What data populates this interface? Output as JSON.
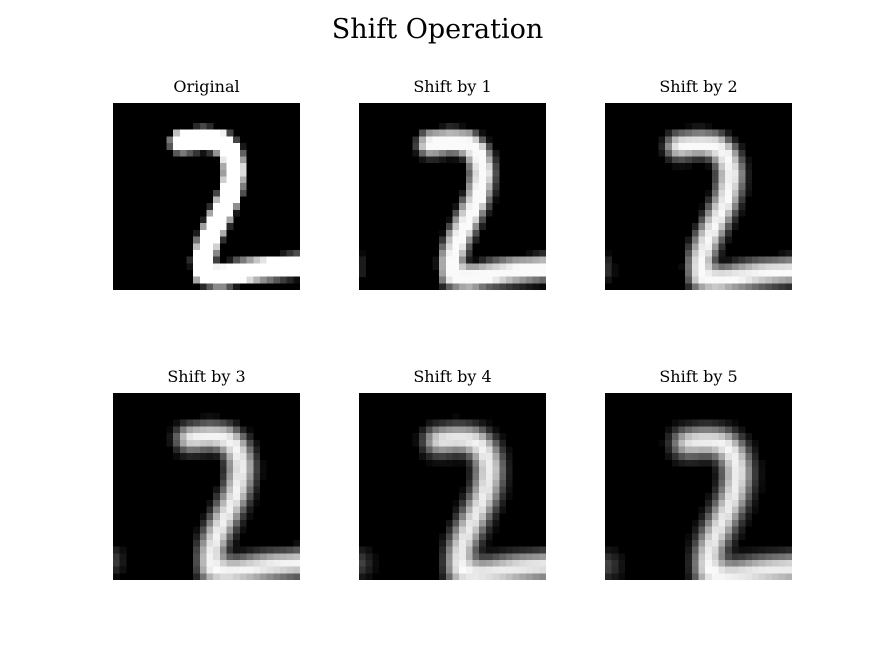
{
  "figure": {
    "title": "Shift Operation",
    "panels": [
      {
        "title": "Original",
        "shift": 0
      },
      {
        "title": "Shift by 1",
        "shift": 1
      },
      {
        "title": "Shift by 2",
        "shift": 2
      },
      {
        "title": "Shift by 3",
        "shift": 3
      },
      {
        "title": "Shift by 4",
        "shift": 4
      },
      {
        "title": "Shift by 5",
        "shift": 5
      }
    ],
    "colors": {
      "background": "#000000",
      "digit": "#ffffff"
    }
  }
}
